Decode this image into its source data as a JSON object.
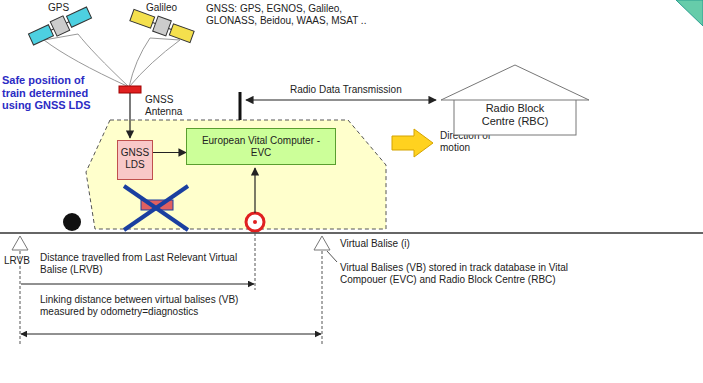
{
  "diagram": {
    "nodes": [
      {
        "text": [
          "GNSS LDS"
        ]
      },
      {
        "text": [
          "European Vital Computer - EVC"
        ]
      },
      {
        "text": [
          "Radio Block Centre (RBC)"
        ]
      }
    ],
    "edges": [
      {
        "from": 0,
        "to": 1,
        "arrow": "to"
      }
    ],
    "labels": [
      "GPS",
      "Galileo",
      "GNSS: GPS, EGNOS, Galileo, GLONASS, Beidou, WAAS, MSAT ..",
      "Safe position of train determined using GNSS LDS",
      "GNSS Antenna",
      "Radio Data Transmission",
      "Direction of motion",
      "Virtual Balise (i)",
      "Distance travelled from Last Relevant Virtual Balise (LRVB)",
      "LRVB",
      "Linking distance between virtual balises (VB) measured by odometry=diagnostics",
      "Virtual Balises (VB) stored in track database in Vital Compouer (EVC) and Radio Block Centre (RBC)"
    ]
  }
}
